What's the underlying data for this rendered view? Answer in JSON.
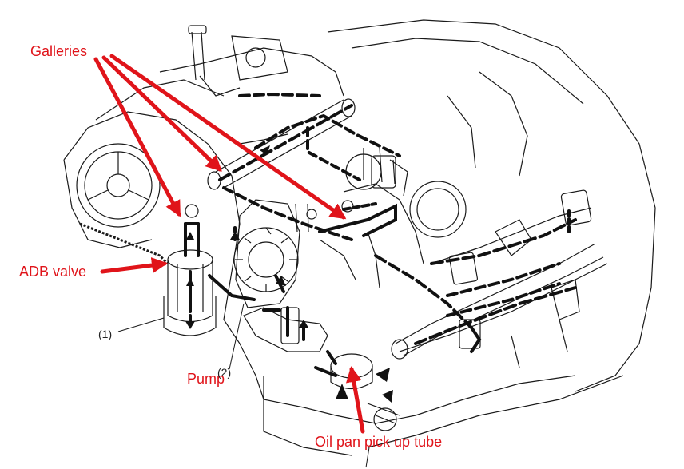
{
  "colors": {
    "annotation": "#e0141a",
    "line": "#1a1a1a",
    "oil_path": "#111111"
  },
  "labels": {
    "galleries": "Galleries",
    "adb_valve": "ADB valve",
    "pump": "Pump",
    "pickup": "Oil pan pick up tube",
    "callout_1": "(1)",
    "callout_2": "(2)"
  }
}
